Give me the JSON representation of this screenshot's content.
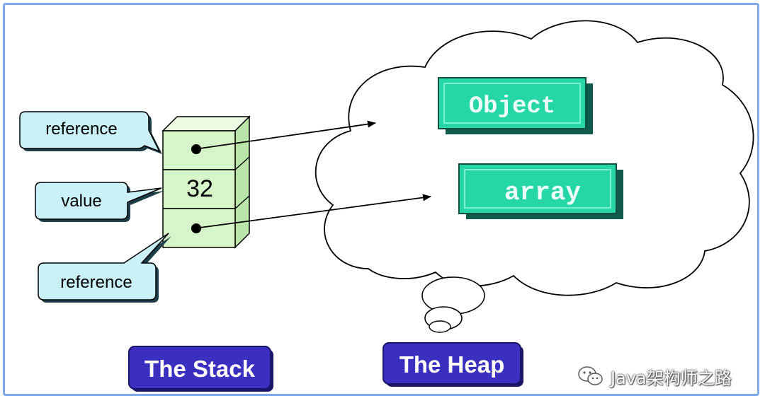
{
  "callouts": {
    "reference_top": "reference",
    "value": "value",
    "reference_bottom": "reference"
  },
  "stack": {
    "value_cell": "32"
  },
  "heap": {
    "object_label": "Object",
    "array_label": "array"
  },
  "captions": {
    "stack": "The Stack",
    "heap": "The Heap"
  },
  "watermark": {
    "text": "Java架构师之路",
    "icon": "wechat-icon"
  },
  "colors": {
    "callout_fill": "#c9f1f7",
    "stack_fill": "#d6f5c8",
    "heap_box": "#25d6a6",
    "caption_fill": "#3b2fbf",
    "frame": "#7fa9e8"
  }
}
